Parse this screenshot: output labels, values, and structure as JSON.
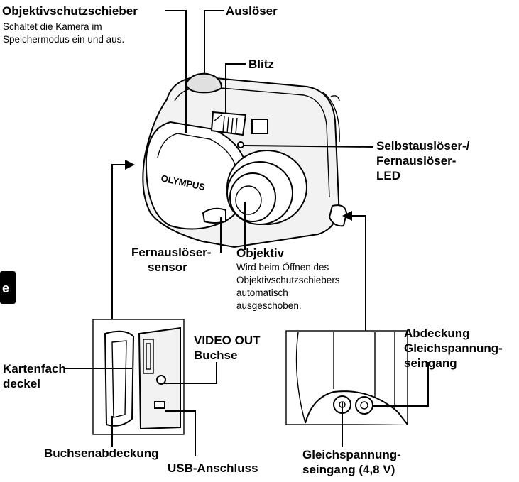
{
  "labels": {
    "lens_cover": "Objektivschutzschieber",
    "lens_cover_desc_1": "Schaltet die Kamera im",
    "lens_cover_desc_2": "Speichermodus ein und aus.",
    "shutter": "Auslöser",
    "flash": "Blitz",
    "self_timer_1": "Selbstauslöser-/",
    "self_timer_2": "Fernauslöser-",
    "self_timer_3": "LED",
    "remote_sensor_1": "Fernauslöser-",
    "remote_sensor_2": "sensor",
    "lens": "Objektiv",
    "lens_desc_1": "Wird beim Öffnen des",
    "lens_desc_2": "Objektivschutzschiebers",
    "lens_desc_3": "automatisch",
    "lens_desc_4": "ausgeschoben.",
    "card_door_1": "Kartenfach",
    "card_door_2": "deckel",
    "video_out_1": "VIDEO OUT",
    "video_out_2": "Buchse",
    "connector_cover": "Buchsenabdeckung",
    "usb": "USB-Anschluss",
    "dc_cover_1": "Abdeckung",
    "dc_cover_2": "Gleichspannung-",
    "dc_cover_3": "seingang",
    "dc_in_1": "Gleichspannung-",
    "dc_in_2": "seingang (4,8 V)"
  },
  "brand": "OLYMPUS",
  "side_tab": "e"
}
